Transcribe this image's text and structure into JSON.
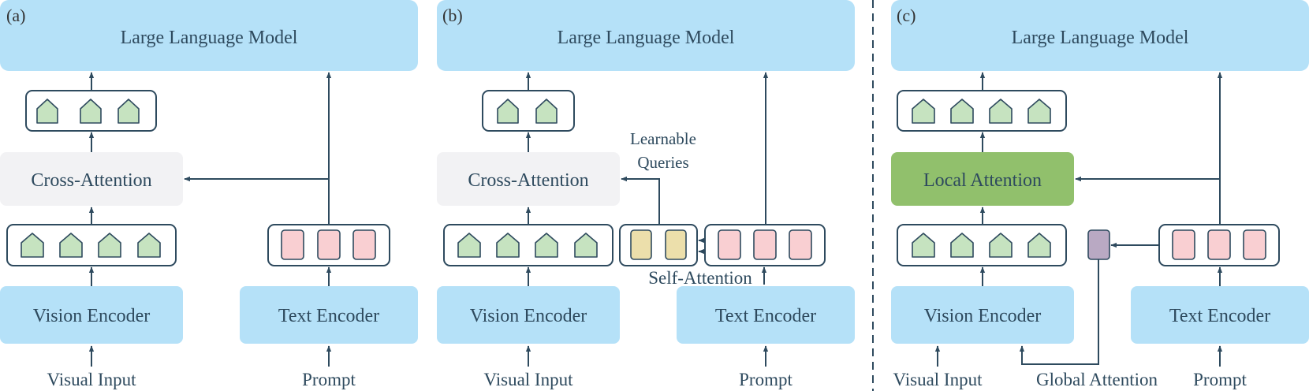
{
  "panels": [
    {
      "tag": "(a)",
      "llm": "Large Language Model",
      "attention": "Cross-Attention",
      "vision_encoder": "Vision Encoder",
      "text_encoder": "Text Encoder",
      "visual_input": "Visual Input",
      "prompt": "Prompt"
    },
    {
      "tag": "(b)",
      "llm": "Large Language Model",
      "attention": "Cross-Attention",
      "vision_encoder": "Vision Encoder",
      "text_encoder": "Text Encoder",
      "visual_input": "Visual Input",
      "prompt": "Prompt",
      "queries_line1": "Learnable",
      "queries_line2": "Queries",
      "self_attention": "Self-Attention"
    },
    {
      "tag": "(c)",
      "llm": "Large Language Model",
      "attention": "Local Attention",
      "vision_encoder": "Vision Encoder",
      "text_encoder": "Text Encoder",
      "visual_input": "Visual Input",
      "global_attention": "Global Attention",
      "prompt": "Prompt"
    }
  ],
  "colors": {
    "encoder_blue": "#b5e1f8",
    "cross_attention_gray": "#f2f2f4",
    "local_attention_green": "#91c06c",
    "visual_token_green": "#c6e3c0",
    "text_token_pink": "#f9cfd2",
    "query_token_yellow": "#ecdfab",
    "global_token_purple": "#b9a9c3",
    "line": "#2e4a5e"
  }
}
